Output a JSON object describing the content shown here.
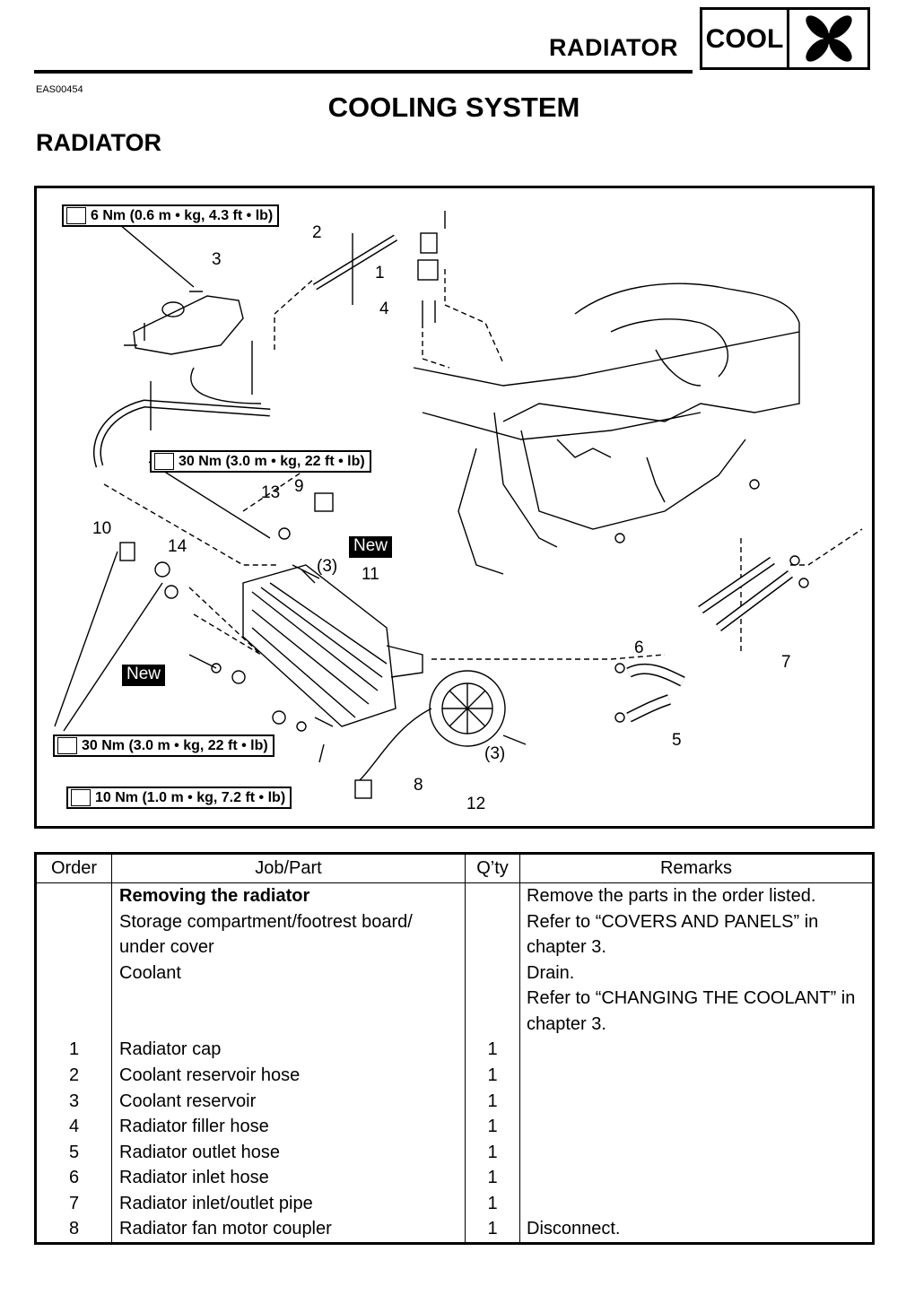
{
  "header": {
    "section": "RADIATOR",
    "chapter_tag": "COOL",
    "chapter_icon": "fan-icon"
  },
  "doc_code": "EAS00454",
  "page_title": "COOLING SYSTEM",
  "section_title": "RADIATOR",
  "diagram": {
    "torque_specs": [
      "6 Nm (0.6 m • kg, 4.3 ft • lb)",
      "30 Nm (3.0 m • kg, 22 ft • lb)",
      "30 Nm (3.0 m • kg, 22 ft • lb)",
      "10 Nm (1.0 m • kg, 7.2 ft • lb)"
    ],
    "new_badge": "New",
    "callouts": [
      "1",
      "2",
      "3",
      "4",
      "5",
      "6",
      "7",
      "8",
      "9",
      "10",
      "11",
      "12",
      "13",
      "14",
      "(3)",
      "(3)"
    ]
  },
  "table": {
    "headers": [
      "Order",
      "Job/Part",
      "Q’ty",
      "Remarks"
    ],
    "rows": [
      {
        "order": "",
        "job": [
          "Removing the radiator"
        ],
        "qty": "",
        "remarks": [
          "Remove the parts in the order listed."
        ],
        "bold": true
      },
      {
        "order": "",
        "job": [
          "Storage compartment/footrest board/",
          "under cover"
        ],
        "qty": "",
        "remarks": [
          "Refer to “COVERS AND PANELS” in",
          "chapter 3."
        ],
        "bold": false
      },
      {
        "order": "",
        "job": [
          "Coolant"
        ],
        "qty": "",
        "remarks": [
          "Drain.",
          "Refer to “CHANGING THE COOLANT” in",
          "chapter 3."
        ],
        "bold": false
      },
      {
        "order": "1",
        "job": [
          "Radiator cap"
        ],
        "qty": "1",
        "remarks": [
          ""
        ],
        "bold": false
      },
      {
        "order": "2",
        "job": [
          "Coolant reservoir hose"
        ],
        "qty": "1",
        "remarks": [
          ""
        ],
        "bold": false
      },
      {
        "order": "3",
        "job": [
          "Coolant reservoir"
        ],
        "qty": "1",
        "remarks": [
          ""
        ],
        "bold": false
      },
      {
        "order": "4",
        "job": [
          "Radiator filler hose"
        ],
        "qty": "1",
        "remarks": [
          ""
        ],
        "bold": false
      },
      {
        "order": "5",
        "job": [
          "Radiator outlet hose"
        ],
        "qty": "1",
        "remarks": [
          ""
        ],
        "bold": false
      },
      {
        "order": "6",
        "job": [
          "Radiator inlet hose"
        ],
        "qty": "1",
        "remarks": [
          ""
        ],
        "bold": false
      },
      {
        "order": "7",
        "job": [
          "Radiator inlet/outlet pipe"
        ],
        "qty": "1",
        "remarks": [
          ""
        ],
        "bold": false
      },
      {
        "order": "8",
        "job": [
          "Radiator fan motor coupler"
        ],
        "qty": "1",
        "remarks": [
          "Disconnect."
        ],
        "bold": false
      }
    ]
  }
}
